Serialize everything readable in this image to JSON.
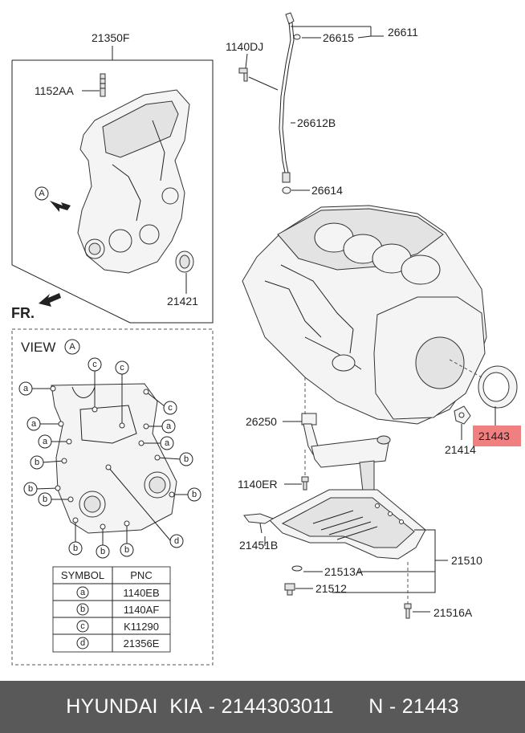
{
  "parts": {
    "p21350F": "21350F",
    "p1152AA": "1152AA",
    "p21421": "21421",
    "p1140DJ": "1140DJ",
    "p26615": "26615",
    "p26611": "26611",
    "p26612B": "26612B",
    "p26614": "26614",
    "p26250": "26250",
    "p21414": "21414",
    "p21443": "21443",
    "p1140ER": "1140ER",
    "p21451B": "21451B",
    "p21510": "21510",
    "p21513A": "21513A",
    "p21512": "21512",
    "p21516A": "21516A"
  },
  "labels": {
    "view_a": "VIEW",
    "view_a_letter": "A",
    "arrow_a": "A",
    "front": "FR."
  },
  "symbols": {
    "a": "a",
    "b": "b",
    "c": "c",
    "d": "d"
  },
  "table": {
    "headers": [
      "SYMBOL",
      "PNC"
    ],
    "rows": [
      {
        "symbol": "a",
        "pnc": "1140EB"
      },
      {
        "symbol": "b",
        "pnc": "1140AF"
      },
      {
        "symbol": "c",
        "pnc": "K11290"
      },
      {
        "symbol": "d",
        "pnc": "21356E"
      }
    ]
  },
  "highlight_color": "#f08080",
  "footer": {
    "brand": "HYUNDAI  KIA",
    "part_number": "2144303011",
    "n_label": "N",
    "n_value": "21443"
  }
}
